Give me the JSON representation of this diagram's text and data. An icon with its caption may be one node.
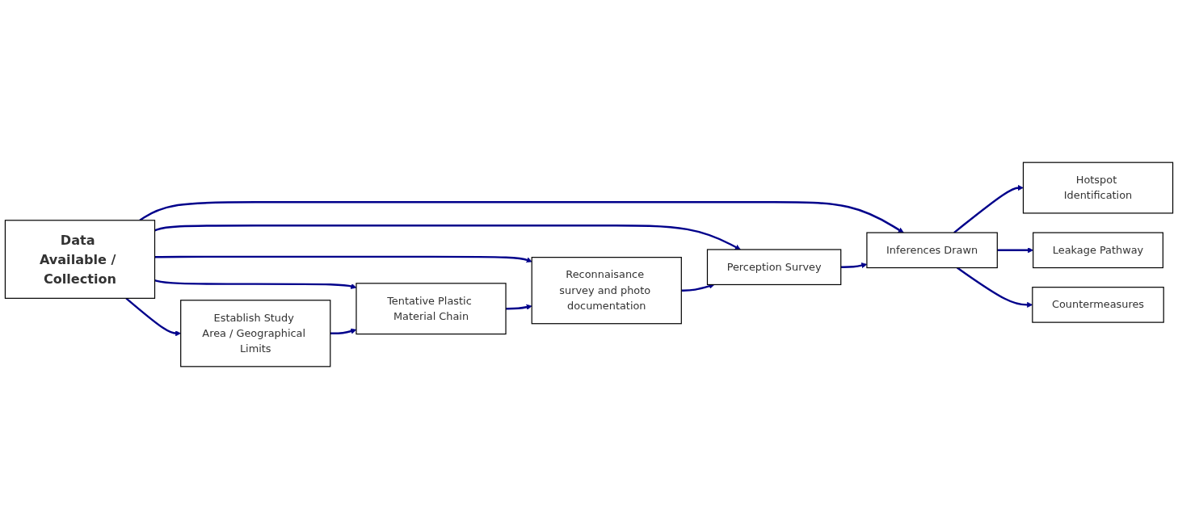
{
  "diagram": {
    "nodes": [
      {
        "text": [
          "Data Available / Collection"
        ]
      },
      {
        "text": [
          "Establish Study Area / Geographical Limits"
        ]
      },
      {
        "text": [
          "Tentative Plastic Material Chain"
        ]
      },
      {
        "text": [
          "Reconnaisance survey and photo documentation"
        ]
      },
      {
        "text": [
          "Perception Survey"
        ]
      },
      {
        "text": [
          "Inferences Drawn"
        ]
      },
      {
        "text": [
          "Hotspot Identification"
        ]
      },
      {
        "text": [
          "Leakage Pathway"
        ]
      },
      {
        "text": [
          "Countermeasures"
        ]
      }
    ],
    "edges": [
      {
        "from": 0,
        "to": 1,
        "arrow": "to"
      },
      {
        "from": 0,
        "to": 2,
        "arrow": "to"
      },
      {
        "from": 0,
        "to": 3,
        "arrow": "to"
      },
      {
        "from": 0,
        "to": 4,
        "arrow": "to"
      },
      {
        "from": 0,
        "to": 5,
        "arrow": "to"
      },
      {
        "from": 1,
        "to": 2,
        "arrow": "to"
      },
      {
        "from": 2,
        "to": 3,
        "arrow": "to"
      },
      {
        "from": 3,
        "to": 4,
        "arrow": "to"
      },
      {
        "from": 4,
        "to": 5,
        "arrow": "to"
      },
      {
        "from": 5,
        "to": 6,
        "arrow": "to"
      },
      {
        "from": 5,
        "to": 7,
        "arrow": "to"
      },
      {
        "from": 5,
        "to": 8,
        "arrow": "to"
      }
    ]
  }
}
